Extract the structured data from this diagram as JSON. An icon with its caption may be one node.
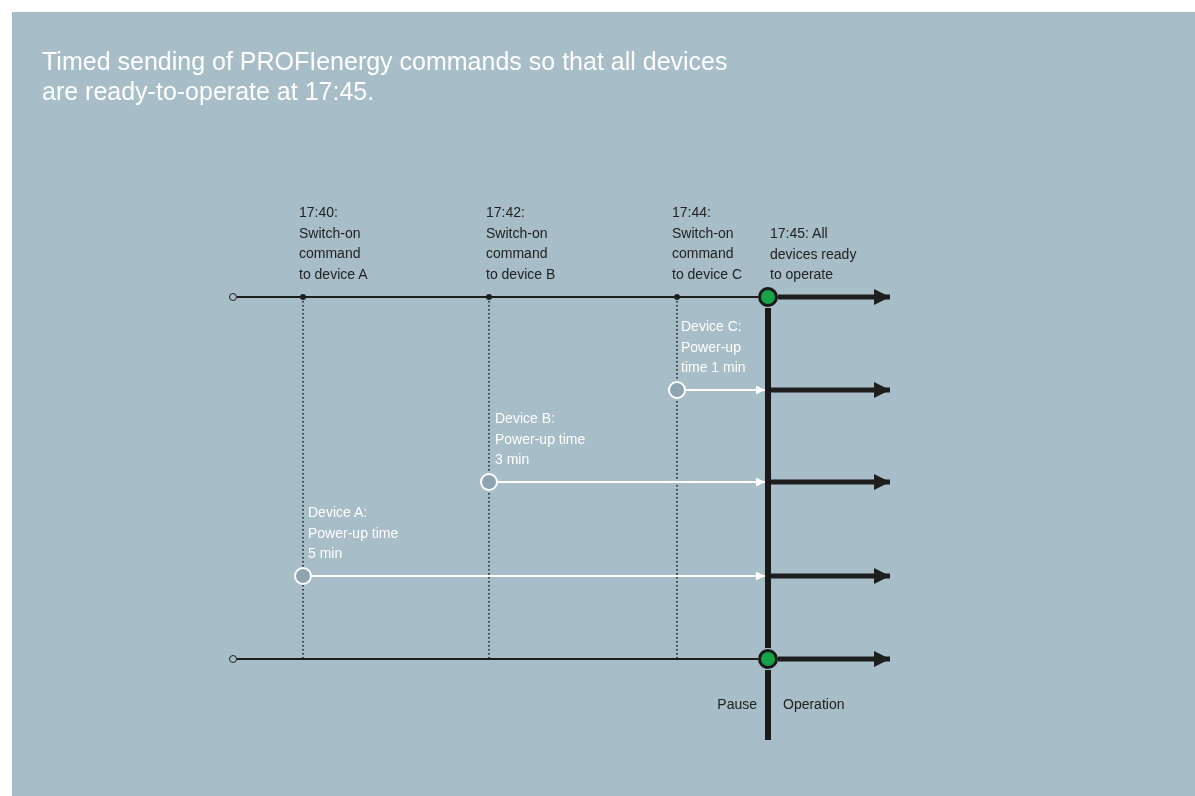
{
  "diagram": {
    "title": "Timed sending of PROFIenergy commands so that all devices are ready-to-operate at 17:45.",
    "nodes": [
      {
        "text": [],
        "shape": "circle"
      },
      {
        "text": [],
        "shape": "circle"
      },
      {
        "text": [],
        "shape": "circle"
      },
      {
        "text": [],
        "shape": "circle"
      },
      {
        "text": [],
        "shape": "circle"
      },
      {
        "text": [],
        "shape": "circle"
      },
      {
        "text": [],
        "shape": "circle"
      },
      {
        "text": [],
        "shape": "bar"
      }
    ],
    "edges": [
      {
        "from": 0,
        "to": 1,
        "arrow": "none"
      },
      {
        "from": 1,
        "to": null,
        "arrow": "to",
        "style": "thick"
      },
      {
        "from": 2,
        "to": 7,
        "arrow": "to",
        "color": "#ffffff"
      },
      {
        "from": 7,
        "to": null,
        "arrow": "to",
        "style": "thick"
      },
      {
        "from": 3,
        "to": 7,
        "arrow": "to",
        "color": "#ffffff"
      },
      {
        "from": 7,
        "to": null,
        "arrow": "to",
        "style": "thick"
      },
      {
        "from": 4,
        "to": 7,
        "arrow": "to",
        "color": "#ffffff"
      },
      {
        "from": 7,
        "to": null,
        "arrow": "to",
        "style": "thick"
      },
      {
        "from": 5,
        "to": 6,
        "arrow": "none"
      },
      {
        "from": 6,
        "to": null,
        "arrow": "to",
        "style": "thick"
      }
    ],
    "labels": [
      "17:40: Switch-on command to device A",
      "17:42: Switch-on command to device B",
      "17:44: Switch-on command to device C",
      "17:45: All devices ready to operate",
      "Device C: Power-up time 1 min",
      "Device B: Power-up time 3 min",
      "Device A: Power-up time 5 min",
      "Pause",
      "Operation"
    ]
  }
}
